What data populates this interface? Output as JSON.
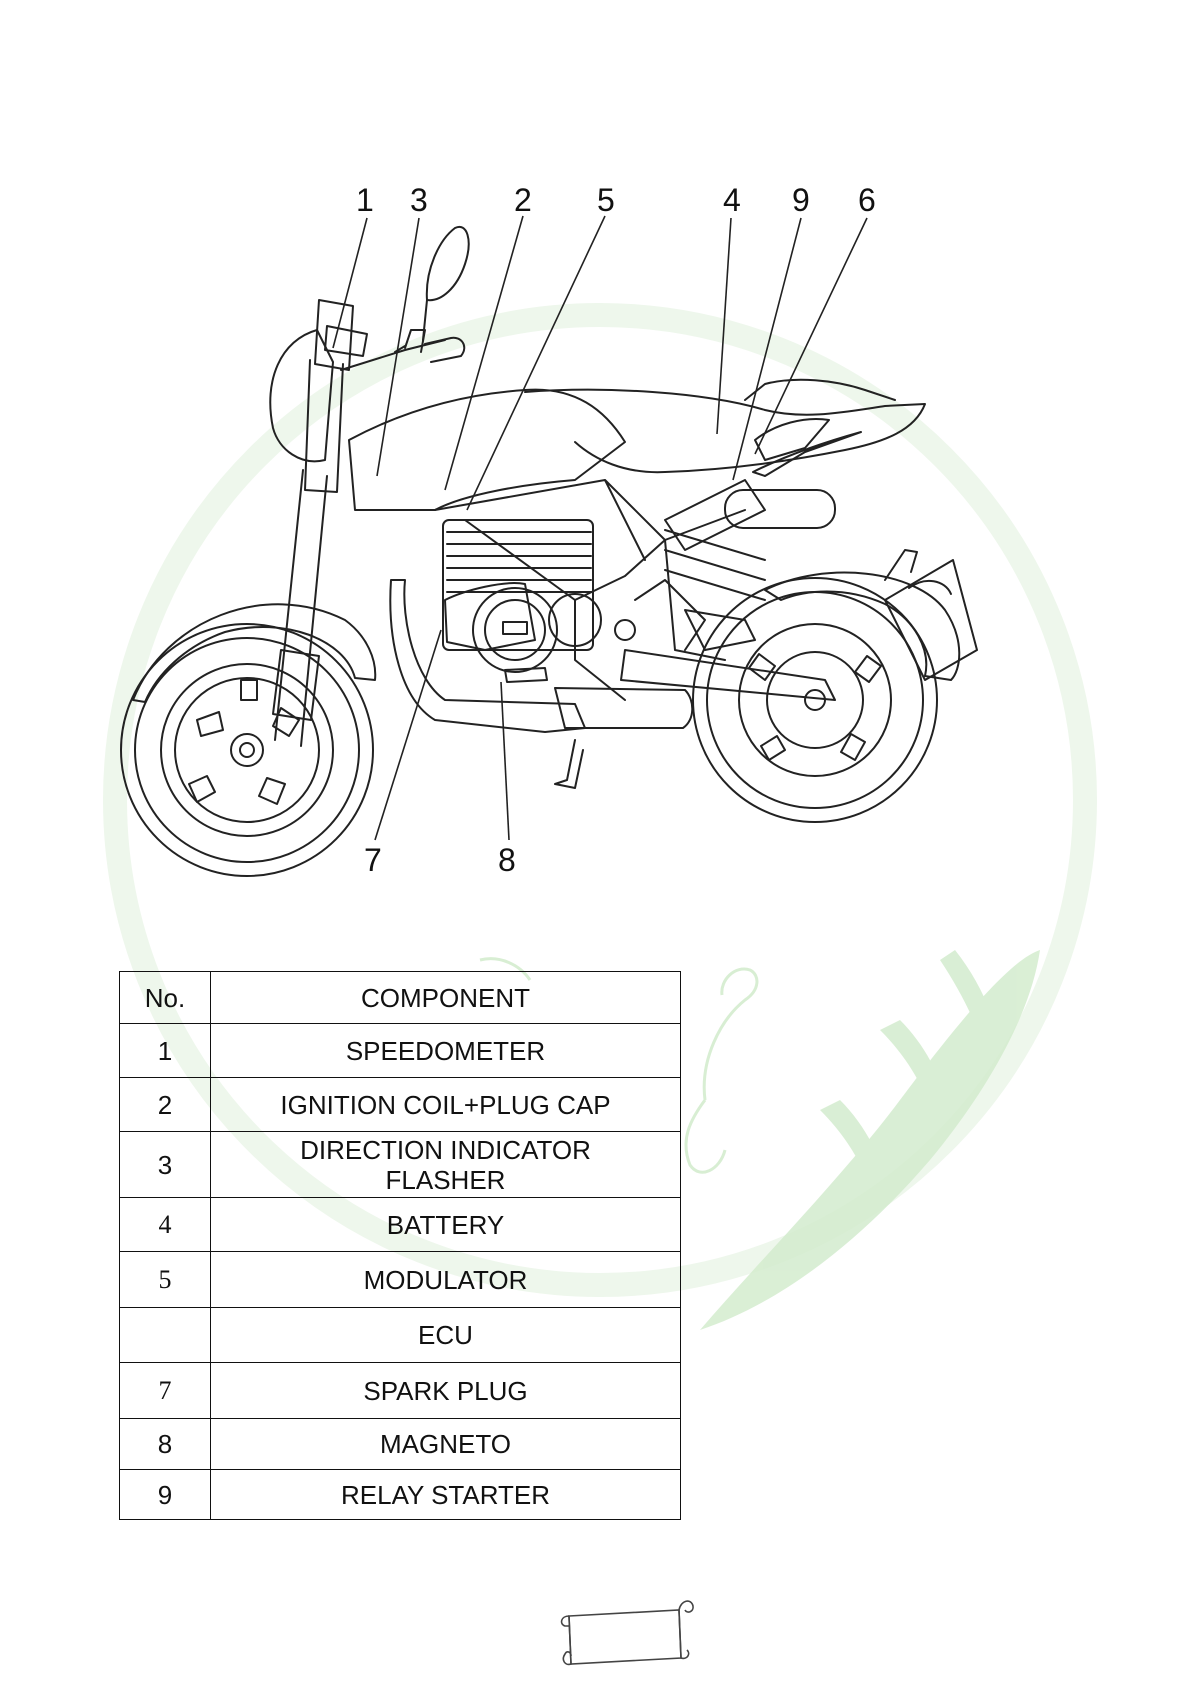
{
  "colors": {
    "ink": "#111111",
    "watermark_green": "#c9e8c2"
  },
  "figure": {
    "callouts": [
      "1",
      "3",
      "2",
      "5",
      "4",
      "9",
      "6",
      "7",
      "8"
    ]
  },
  "table": {
    "headers": [
      "No.",
      "COMPONENT"
    ],
    "rows": [
      {
        "no": "1",
        "component": "SPEEDOMETER"
      },
      {
        "no": "2",
        "component": "IGNITION COIL+PLUG CAP"
      },
      {
        "no": "3",
        "component_line1": "DIRECTION INDICATOR",
        "component_line2": "FLASHER"
      },
      {
        "no": "4",
        "component": "BATTERY"
      },
      {
        "no": "5",
        "component": "MODULATOR"
      },
      {
        "no": "",
        "component": "ECU"
      },
      {
        "no": "7",
        "component": "SPARK PLUG"
      },
      {
        "no": "8",
        "component": "MAGNETO"
      },
      {
        "no": "9",
        "component": "RELAY STARTER"
      }
    ]
  },
  "icons": {
    "watermark": "swan-laurel-watermark-icon",
    "footer": "scroll-icon"
  }
}
